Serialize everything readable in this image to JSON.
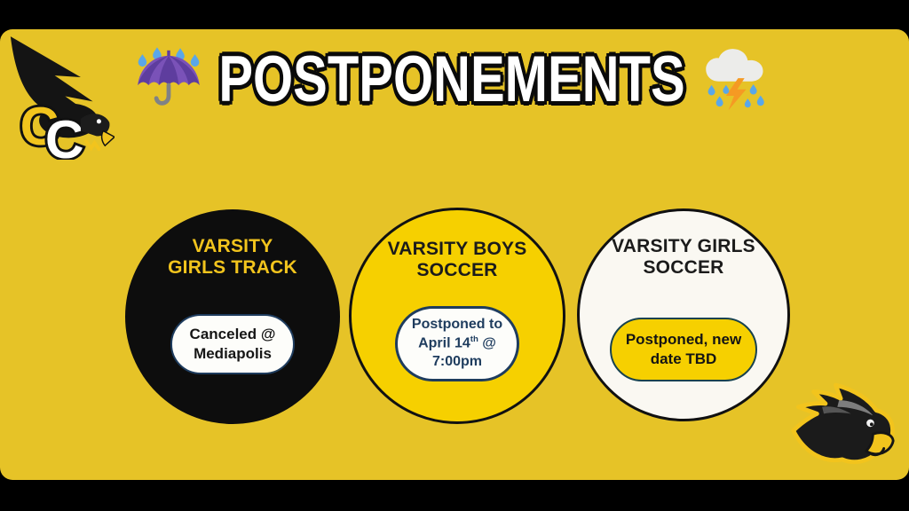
{
  "header": {
    "title": "POSTPONEMENTS",
    "left_icon": "umbrella-with-rain-drops",
    "right_icon": "cloud-with-lightning-and-rain"
  },
  "logos": {
    "top_left": "cc-flying-hawk-logo",
    "bottom_right": "hawk-head-logo"
  },
  "cards": [
    {
      "name": "varsity-girls-track",
      "title_line1": "VARSITY",
      "title_line2": "GIRLS TRACK",
      "status_line1": "Canceled @",
      "status_line2": "Mediapolis"
    },
    {
      "name": "varsity-boys-soccer",
      "title_line1": "VARSITY BOYS",
      "title_line2": "SOCCER",
      "status_line1": "Postponed to",
      "status_line2_prefix": "April 14",
      "status_line2_sup": "th",
      "status_line2_suffix": " @",
      "status_line3": "7:00pm"
    },
    {
      "name": "varsity-girls-soccer",
      "title_line1": "VARSITY GIRLS",
      "title_line2": "SOCCER",
      "status_line1": "Postponed, new",
      "status_line2": "date TBD"
    }
  ],
  "colors": {
    "letterbox_black": "#000000",
    "background_gold": "#e6c327",
    "bright_yellow": "#f6d000",
    "black_circle": "#0d0d0d",
    "off_white_circle": "#faf8f2",
    "navy": "#1e3c5e",
    "teal_border": "#17424f",
    "heading_gold": "#f2c41d",
    "title_fill": "#ffffff",
    "title_outline": "#0a0a0a",
    "umbrella_purple": "#7a52b8",
    "raindrop_blue": "#5aa7e8",
    "lightning_orange": "#f59a23"
  }
}
